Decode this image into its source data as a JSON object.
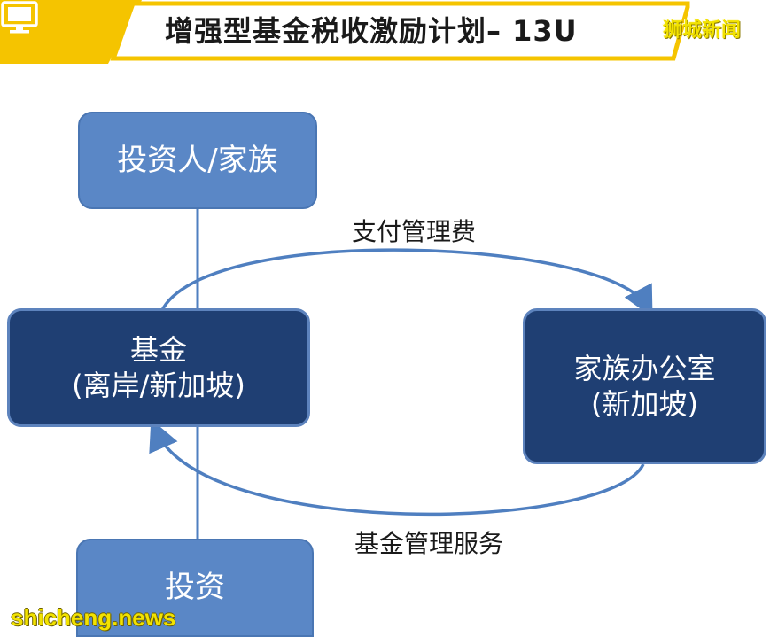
{
  "header": {
    "title": "增强型基金税收激励计划– 13U",
    "icon": "monitor-icon",
    "accent_color": "#f5c400"
  },
  "brand": {
    "top": "狮城新闻",
    "bottom": "shicheng.news"
  },
  "nodes": {
    "investor": {
      "label": "投资人/家族"
    },
    "fund": {
      "line1": "基金",
      "line2": "(离岸/新加坡)"
    },
    "family_office": {
      "line1": "家族办公室",
      "line2": "(新加坡)"
    },
    "investment": {
      "label": "投资"
    }
  },
  "edges": {
    "pay_fee": "支付管理费",
    "service": "基金管理服务"
  },
  "colors": {
    "light_node": "#5a87c6",
    "dark_node": "#1f3f73",
    "arrow": "#4f7fc0"
  }
}
